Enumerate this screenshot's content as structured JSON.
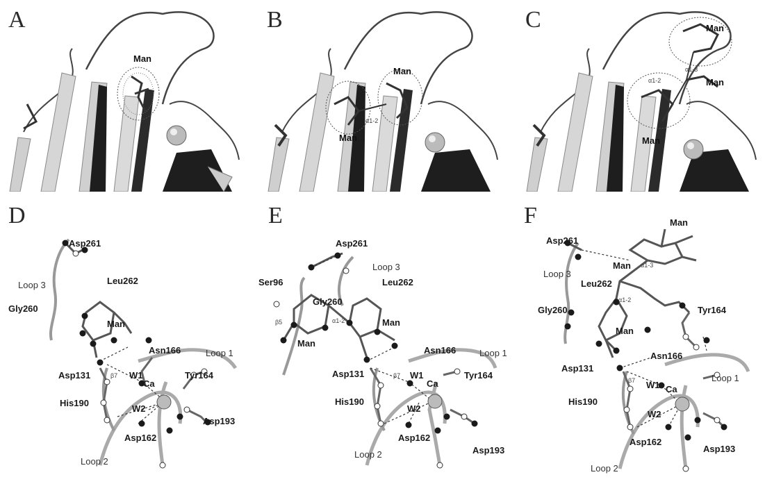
{
  "panels": {
    "A": {
      "letter": "A",
      "man": "Man"
    },
    "B": {
      "letter": "B",
      "man_top": "Man",
      "man_bottom": "Man",
      "link": "α1-2"
    },
    "C": {
      "letter": "C",
      "man_top": "Man",
      "man_mid": "Man",
      "man_bottom": "Man",
      "link_a": "α1-3",
      "link_b": "α1-2"
    },
    "D": {
      "letter": "D",
      "labels": {
        "asp261": "Asp261",
        "loop3": "Loop 3",
        "leu262": "Leu262",
        "gly260": "Gly260",
        "man": "Man",
        "asn166": "Asn166",
        "loop1": "Loop 1",
        "asp131": "Asp131",
        "b7": "β7",
        "w1": "W1",
        "ca": "Ca",
        "tyr164": "Tyr164",
        "his190": "His190",
        "w2": "W2",
        "asp193": "Asp193",
        "asp162": "Asp162",
        "loop2": "Loop 2"
      }
    },
    "E": {
      "letter": "E",
      "labels": {
        "asp261": "Asp261",
        "loop3": "Loop 3",
        "ser96": "Ser96",
        "leu262": "Leu262",
        "gly260": "Gly260",
        "b5": "β5",
        "a12": "α1-2",
        "man1": "Man",
        "man2": "Man",
        "asn166": "Asn166",
        "loop1": "Loop 1",
        "asp131": "Asp131",
        "b7": "β7",
        "w1": "W1",
        "ca": "Ca",
        "tyr164": "Tyr164",
        "his190": "His190",
        "w2": "W2",
        "asp162": "Asp162",
        "asp193": "Asp193",
        "loop2": "Loop 2"
      }
    },
    "F": {
      "letter": "F",
      "labels": {
        "man_top": "Man",
        "asp261": "Asp261",
        "man_mid": "Man",
        "a13": "α1-3",
        "loop3": "Loop 3",
        "leu262": "Leu262",
        "a12": "α1-2",
        "gly260": "Gly260",
        "tyr164": "Tyr164",
        "man_low": "Man",
        "asp131": "Asp131",
        "asn166": "Asn166",
        "b7": "β7",
        "loop1": "Loop 1",
        "w1": "W1",
        "ca": "Ca",
        "his190": "His190",
        "w2": "W2",
        "asp162": "Asp162",
        "asp193": "Asp193",
        "loop2": "Loop 2"
      }
    }
  },
  "colors": {
    "ribbon_light": "#d6d6d6",
    "ribbon_mid": "#9a9a9a",
    "ribbon_dark": "#1e1e1e",
    "stick": "#555555",
    "atom_dark": "#1a1a1a",
    "atom_light": "#ffffff"
  }
}
